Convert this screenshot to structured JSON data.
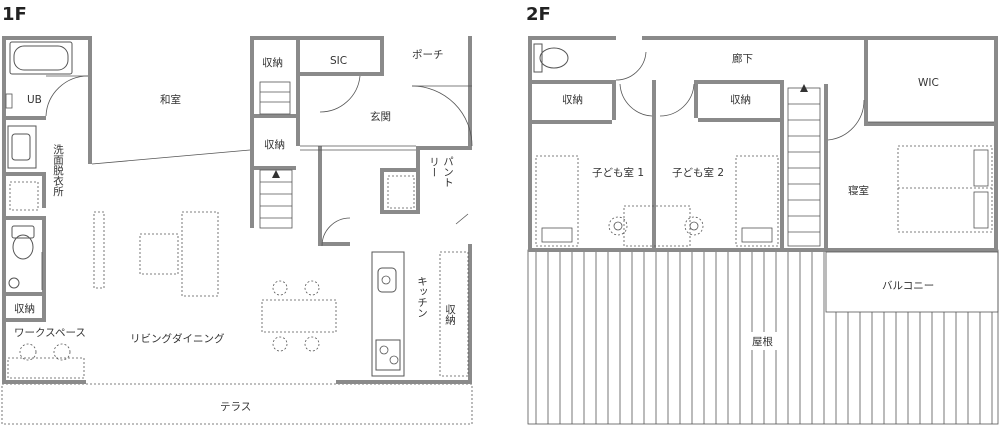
{
  "floors": {
    "first": {
      "label": "1F",
      "rooms": {
        "ub": "UB",
        "washroom": "洗面脱衣所",
        "storage_toilet": "収納",
        "workspace": "ワークスペース",
        "washitsu": "和室",
        "storage_top": "収納",
        "storage_mid": "収納",
        "sic": "SIC",
        "porch": "ポーチ",
        "entrance": "玄関",
        "pantry": "パントリー",
        "living_dining": "リビングダイニング",
        "kitchen": "キッチン",
        "storage_kitchen": "収納",
        "terrace": "テラス"
      }
    },
    "second": {
      "label": "2F",
      "rooms": {
        "corridor": "廊下",
        "storage_left": "収納",
        "storage_right": "収納",
        "kids_room_1": "子ども室 1",
        "kids_room_2": "子ども室 2",
        "wic": "WIC",
        "bedroom": "寝室",
        "balcony": "バルコニー",
        "roof": "屋根"
      }
    }
  }
}
